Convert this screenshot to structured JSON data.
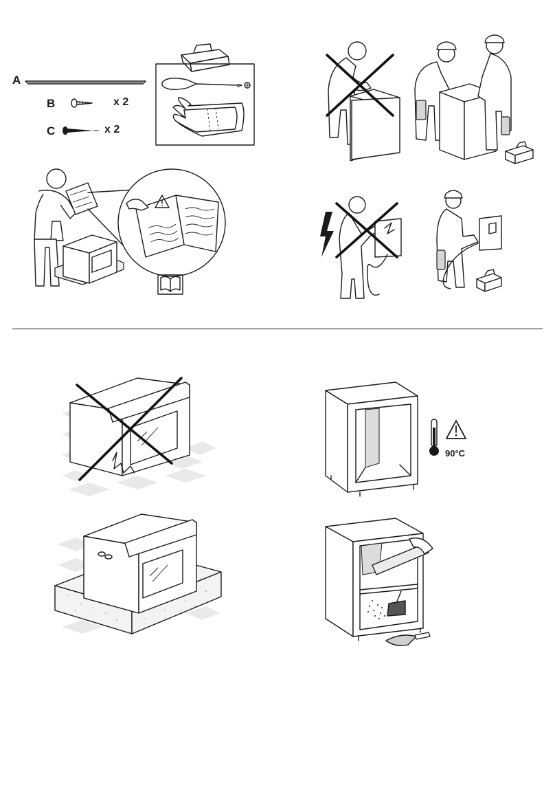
{
  "parts": {
    "a_label": "A",
    "b_label": "B",
    "b_qty": "x 2",
    "c_label": "C",
    "c_qty": "x 2"
  },
  "warning": {
    "temperature": "90°C"
  },
  "icons": {
    "forbidden": "x-mark-icon",
    "hazard": "warning-triangle-icon",
    "electric": "lightning-icon",
    "manual": "read-manual-icon",
    "thermometer": "thermometer-icon"
  },
  "colors": {
    "line": "#1a1a1a",
    "floor": "#e9e9e9",
    "fill": "#d6d6d6"
  }
}
